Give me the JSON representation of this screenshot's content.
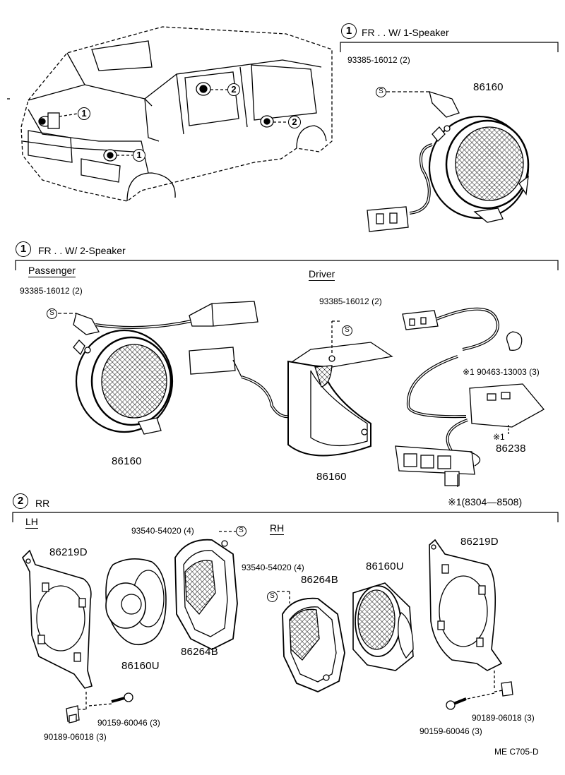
{
  "sections": {
    "fr_1_speaker": {
      "marker": "1",
      "title": "FR . . W/ 1-Speaker"
    },
    "fr_2_speaker": {
      "marker": "1",
      "title": "FR . . W/ 2-Speaker"
    },
    "rr": {
      "marker": "2",
      "title": "RR"
    }
  },
  "vehicle": {
    "callouts": [
      "1",
      "2",
      "2",
      "1"
    ]
  },
  "labels": {
    "passenger": "Passenger",
    "driver": "Driver",
    "lh": "LH",
    "rh": "RH",
    "range_note": "※1(8304—8508)",
    "diagram_code": "ME  C705-D",
    "s_symbol": "S"
  },
  "parts": {
    "p1_screw": "93385-16012  (2)",
    "p1_speaker": "86160",
    "p2_pass_screw": "93385-16012  (2)",
    "p2_pass_speaker": "86160",
    "p2_drv_screw": "93385-16012  (2)",
    "p2_drv_speaker": "86160",
    "p2_clamp": "※1 90463-13003  (3)",
    "p2_harness_mark": "※1",
    "p2_harness": "86238",
    "rr_lh_bracket": "86219D",
    "rr_lh_speaker": "86160U",
    "rr_lh_cover": "86264B",
    "rr_lh_cover_screw": "93540-54020  (4)",
    "rr_lh_screw": "90159-60046  (3)",
    "rr_lh_nut": "90189-06018  (3)",
    "rr_rh_cover_screw": "93540-54020  (4)",
    "rr_rh_cover": "86264B",
    "rr_rh_speaker": "86160U",
    "rr_rh_bracket": "86219D",
    "rr_rh_nut": "90189-06018  (3)",
    "rr_rh_screw": "90159-60046  (3)"
  }
}
